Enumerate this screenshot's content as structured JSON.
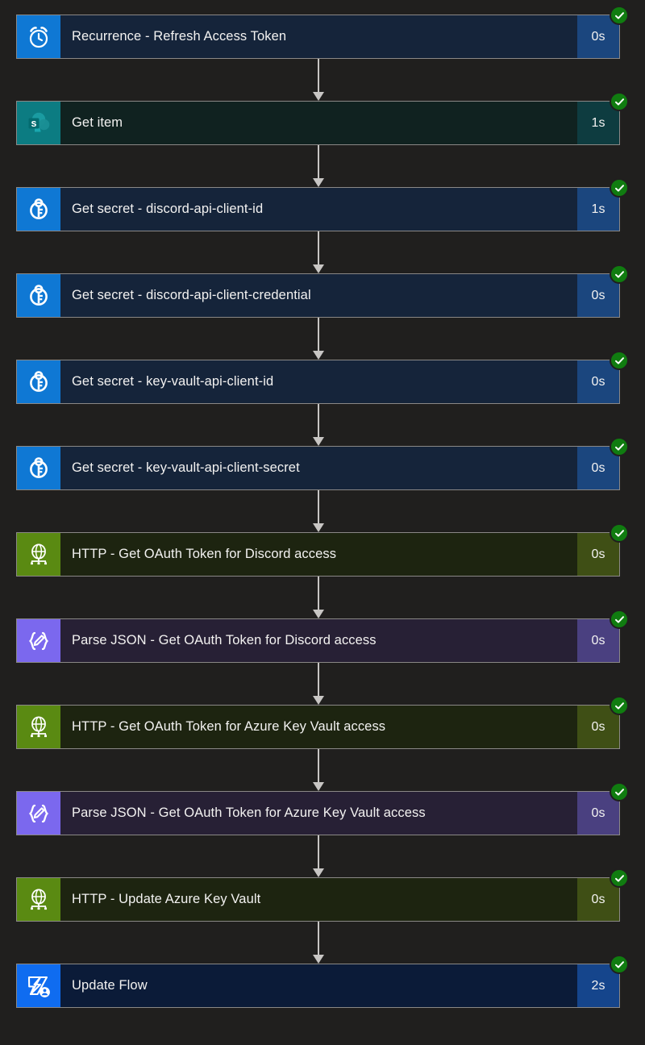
{
  "canvas": {
    "background": "#201f1e",
    "connector_color": "#c8c6c4",
    "card_border": "#8a8886",
    "status_color": "#107c10"
  },
  "flow": {
    "status_icon": "check-circle-icon",
    "steps": [
      {
        "title": "Recurrence - Refresh Access Token",
        "duration": "0s",
        "status": "succeeded",
        "icon": "alarm-clock-icon",
        "connector_type": "schedule-recurrence",
        "icon_bg": "#0f78d4",
        "body_bg": "#15243a",
        "duration_bg": "#1b467e"
      },
      {
        "title": "Get item",
        "duration": "1s",
        "status": "succeeded",
        "icon": "sharepoint-icon",
        "connector_type": "sharepoint",
        "icon_bg": "#0c7c82",
        "body_bg": "#102220",
        "duration_bg": "#0e3c40"
      },
      {
        "title": "Get secret - discord-api-client-id",
        "duration": "1s",
        "status": "succeeded",
        "icon": "key-vault-icon",
        "connector_type": "azure-key-vault",
        "icon_bg": "#0f78d4",
        "body_bg": "#15243a",
        "duration_bg": "#1b467e"
      },
      {
        "title": "Get secret - discord-api-client-credential",
        "duration": "0s",
        "status": "succeeded",
        "icon": "key-vault-icon",
        "connector_type": "azure-key-vault",
        "icon_bg": "#0f78d4",
        "body_bg": "#15243a",
        "duration_bg": "#1b467e"
      },
      {
        "title": "Get secret - key-vault-api-client-id",
        "duration": "0s",
        "status": "succeeded",
        "icon": "key-vault-icon",
        "connector_type": "azure-key-vault",
        "icon_bg": "#0f78d4",
        "body_bg": "#15243a",
        "duration_bg": "#1b467e"
      },
      {
        "title": "Get secret - key-vault-api-client-secret",
        "duration": "0s",
        "status": "succeeded",
        "icon": "key-vault-icon",
        "connector_type": "azure-key-vault",
        "icon_bg": "#0f78d4",
        "body_bg": "#15243a",
        "duration_bg": "#1b467e"
      },
      {
        "title": "HTTP - Get OAuth Token for Discord access",
        "duration": "0s",
        "status": "succeeded",
        "icon": "http-globe-icon",
        "connector_type": "http",
        "icon_bg": "#5a8a12",
        "body_bg": "#1d2410",
        "duration_bg": "#3f4f15"
      },
      {
        "title": "Parse JSON - Get OAuth Token for Discord access",
        "duration": "0s",
        "status": "succeeded",
        "icon": "parse-json-icon",
        "connector_type": "data-operations",
        "icon_bg": "#7b68ee",
        "body_bg": "#272035",
        "duration_bg": "#4a4080"
      },
      {
        "title": "HTTP - Get OAuth Token for Azure Key Vault access",
        "duration": "0s",
        "status": "succeeded",
        "icon": "http-globe-icon",
        "connector_type": "http",
        "icon_bg": "#5a8a12",
        "body_bg": "#1d2410",
        "duration_bg": "#3f4f15"
      },
      {
        "title": "Parse JSON - Get OAuth Token for Azure Key Vault access",
        "duration": "0s",
        "status": "succeeded",
        "icon": "parse-json-icon",
        "connector_type": "data-operations",
        "icon_bg": "#7b68ee",
        "body_bg": "#272035",
        "duration_bg": "#4a4080"
      },
      {
        "title": "HTTP - Update Azure Key Vault",
        "duration": "0s",
        "status": "succeeded",
        "icon": "http-globe-icon",
        "connector_type": "http",
        "icon_bg": "#5a8a12",
        "body_bg": "#1d2410",
        "duration_bg": "#3f4f15"
      },
      {
        "title": "Update Flow",
        "duration": "2s",
        "status": "succeeded",
        "icon": "power-automate-management-icon",
        "connector_type": "power-automate-management",
        "icon_bg": "#0f6cf0",
        "body_bg": "#0b1b38",
        "duration_bg": "#15458c"
      }
    ]
  }
}
